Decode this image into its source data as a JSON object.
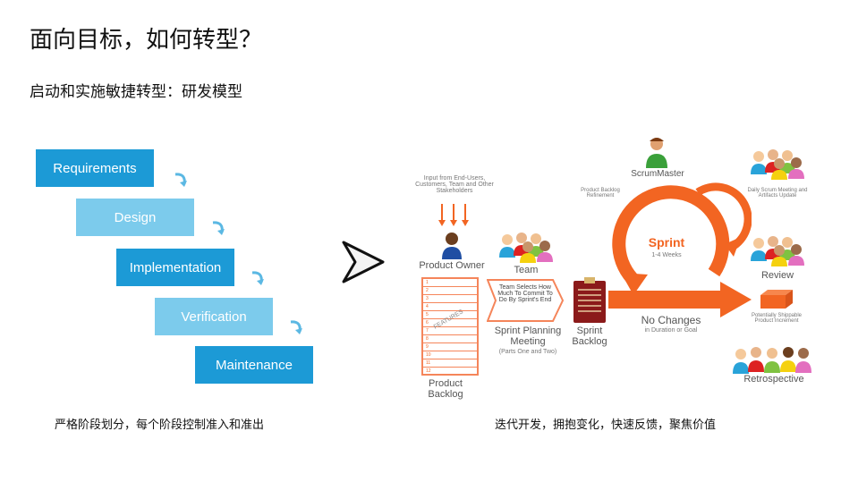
{
  "title": "面向目标，如何转型？",
  "subtitle": "启动和实施敏捷转型：研发模型",
  "waterfall": {
    "stages": [
      "Requirements",
      "Design",
      "Implementation",
      "Verification",
      "Maintenance"
    ],
    "caption": "严格阶段划分，每个阶段控制准入和准出"
  },
  "scrum": {
    "input_note": "Input from End-Users, Customers, Team and Other Stakeholders",
    "product_owner": "Product Owner",
    "team": "Team",
    "product_backlog": "Product Backlog",
    "features": "FEATURES",
    "backlog_numbers": [
      "1",
      "2",
      "3",
      "4",
      "5",
      "6",
      "7",
      "8",
      "9",
      "10",
      "11",
      "12"
    ],
    "planning_note": "Team Selects How Much To Commit To Do By Sprint's End",
    "sprint_planning": "Sprint Planning Meeting",
    "sprint_planning_sub": "(Parts One and Two)",
    "sprint_backlog": "Sprint Backlog",
    "refinement": "Product Backlog Refinement",
    "scrum_master": "ScrumMaster",
    "sprint": "Sprint",
    "sprint_duration": "1-4 Weeks",
    "no_changes": "No Changes",
    "no_changes_sub": "in Duration or Goal",
    "daily_scrum": "Daily Scrum Meeting and Artifacts Update",
    "review": "Review",
    "increment": "Potentially Shippable Product Increment",
    "retrospective": "Retrospective",
    "caption": "迭代开发，拥抱变化，快速反馈，聚焦价值",
    "accent_color": "#f26522"
  }
}
